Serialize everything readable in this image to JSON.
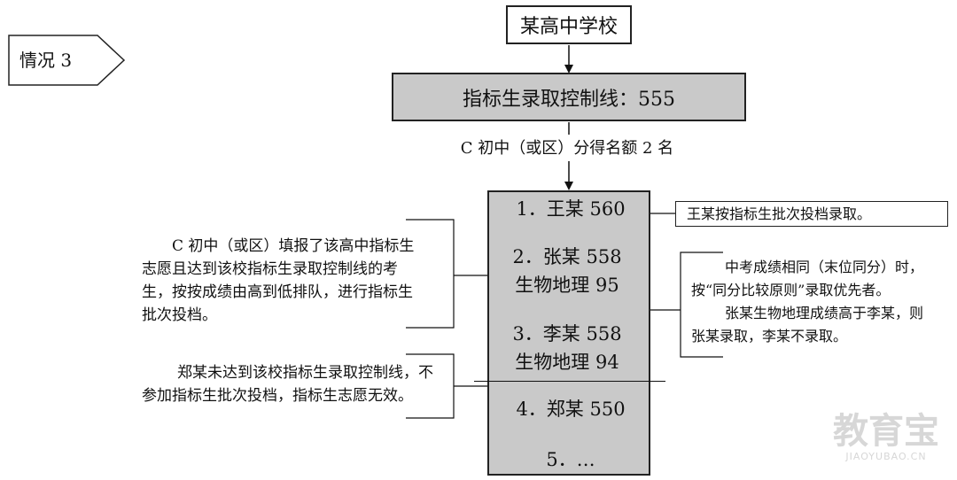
{
  "case_label": "情况 3",
  "school": "某高中学校",
  "control_line": "指标生录取控制线：555",
  "quota": "C 初中（或区）分得名额 2 名",
  "students": [
    {
      "rank": "1．王某 560"
    },
    {
      "rank": "2．张某 558",
      "score": "生物地理 95"
    },
    {
      "rank": "3．李某 558",
      "score": "生物地理 94"
    },
    {
      "rank": "4．郑某 550"
    },
    {
      "rank": "5．…"
    }
  ],
  "notes": {
    "admitted": "王某按指标生批次投档录取。",
    "tie_rule": [
      "中考成绩相同（末位同分）时，",
      "按“同分比较原则”录取优先者。",
      "张某生物地理成绩高于李某，则",
      "张某录取，李某不录取。"
    ],
    "sorting": [
      "C 初中（或区）填报了该高中指标生",
      "志愿且达到该校指标生录取控制线的考",
      "生，按按成绩由高到低排队，进行指标生",
      "批次投档。"
    ],
    "below_line": [
      "郑某未达到该校指标生录取控制线，不",
      "参加指标生批次投档，指标生志愿无效。"
    ]
  },
  "watermark": {
    "brand": "教育宝",
    "domain": "JIAOYUBAO.CN"
  }
}
